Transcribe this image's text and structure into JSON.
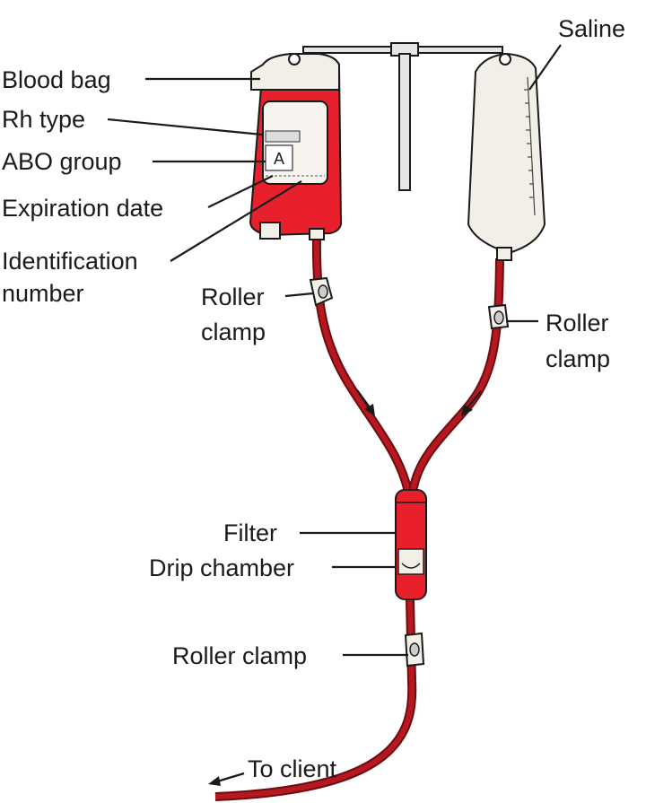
{
  "labels": {
    "blood_bag": "Blood bag",
    "rh_type": "Rh type",
    "abo_group": "ABO group",
    "expiration_date": "Expiration date",
    "identification_1": "Identification",
    "identification_2": "number",
    "saline": "Saline",
    "roller_clamp_left_1": "Roller",
    "roller_clamp_left_2": "clamp",
    "roller_clamp_right_1": "Roller",
    "roller_clamp_right_2": "clamp",
    "filter": "Filter",
    "drip_chamber": "Drip chamber",
    "roller_clamp_bottom": "Roller clamp",
    "to_client": "To client",
    "blood_group_letter": "A"
  },
  "colors": {
    "blood": "#e8202c",
    "tubing": "#b5181f",
    "tubing_edge": "#6e0b10",
    "bag_fill": "#f2efe9",
    "outline": "#1a1a1a"
  }
}
